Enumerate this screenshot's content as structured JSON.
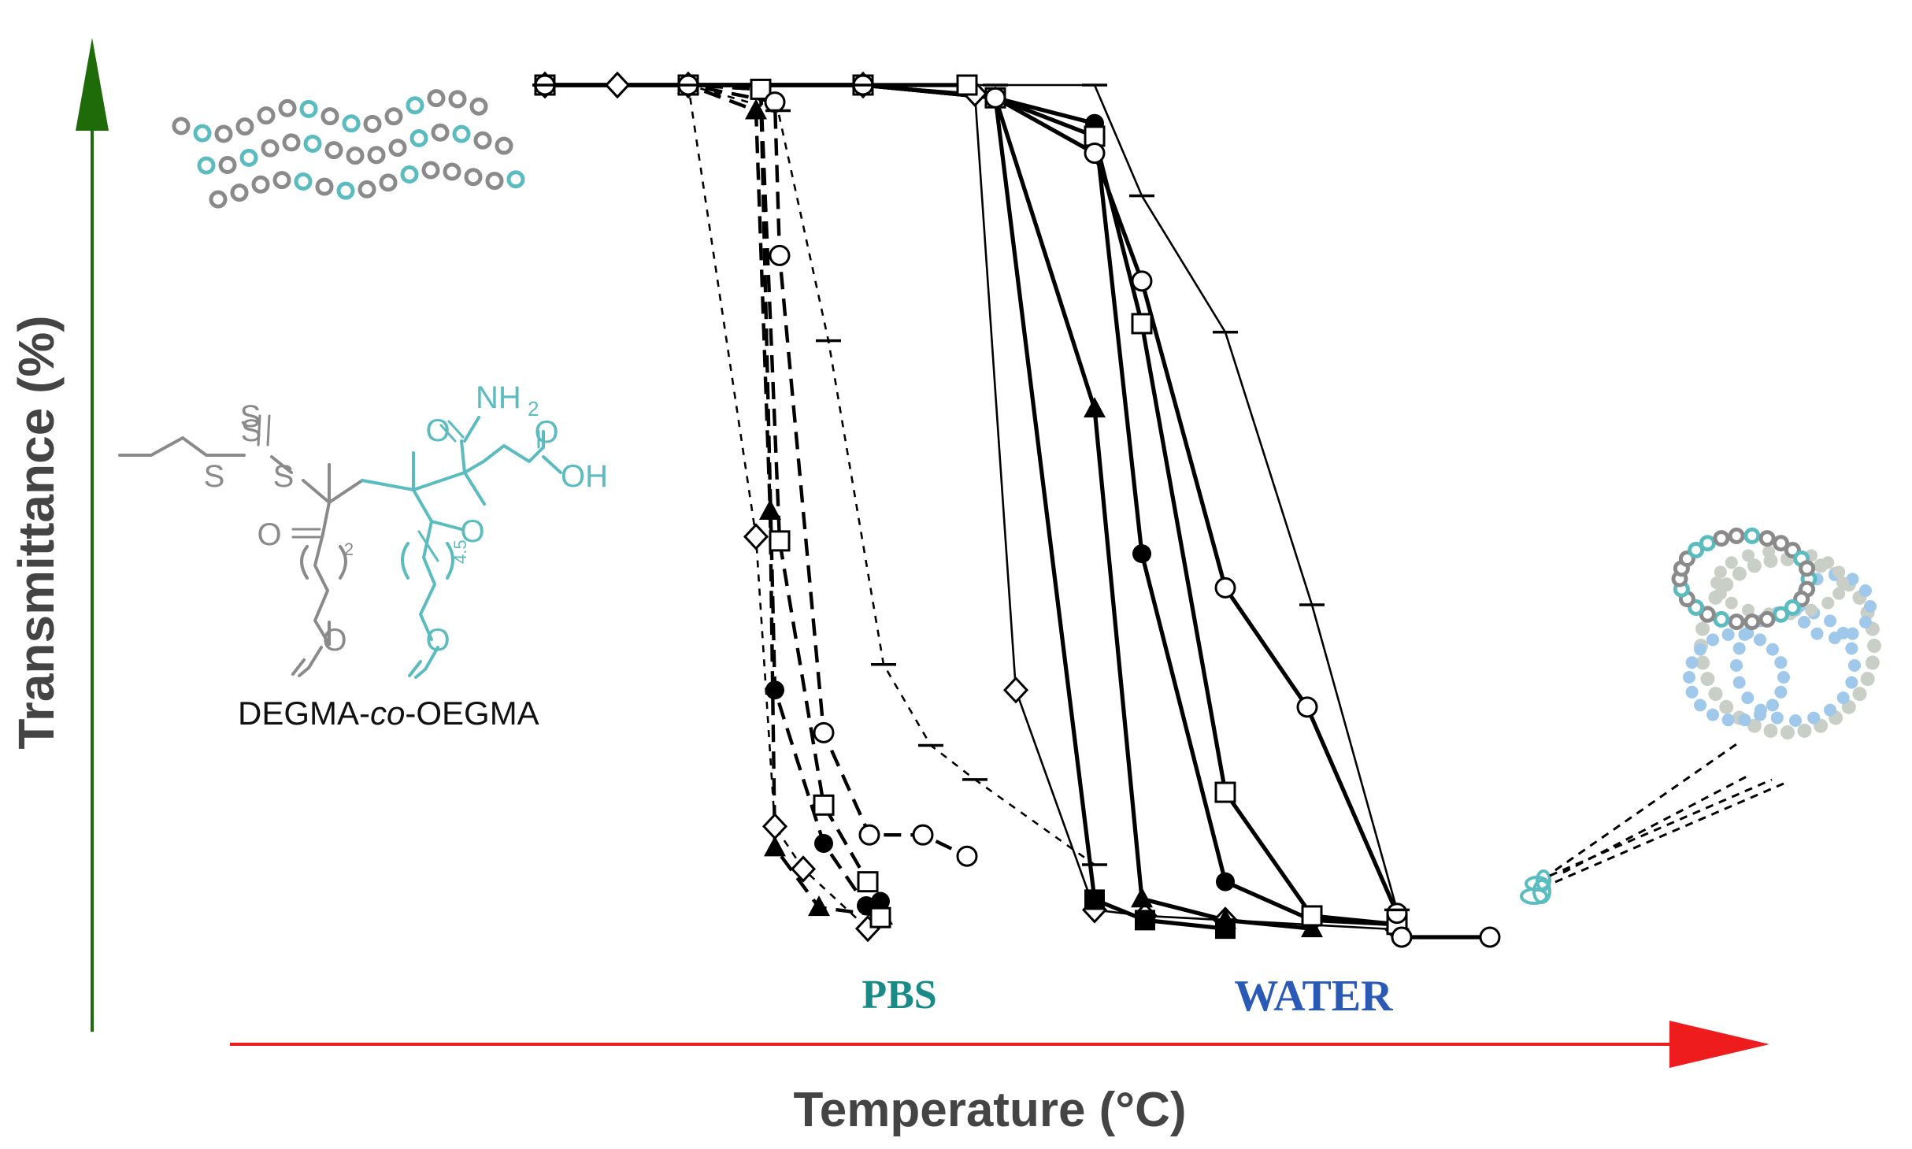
{
  "colors": {
    "y_arrow": "#1f6b0a",
    "x_arrow": "#ee1c1c",
    "axis_title": "#444444",
    "pbs_label": "#1a8a86",
    "water_label": "#2a5ab5",
    "teal_chain": "#5bbcbf",
    "grey_chain": "#8a8a8a",
    "light_blue_bead": "#9fc8ea",
    "light_grey_bead": "#c9cfc6"
  },
  "chart_data": {
    "type": "line",
    "xlabel": "Temperature (°C)",
    "ylabel": "Transmittance (%)",
    "x_ticks": [],
    "y_ticks": [],
    "xlim": [
      0,
      100
    ],
    "ylim": [
      0,
      100
    ],
    "grid": false,
    "legend": "none",
    "annotations": {
      "pbs_label": "PBS",
      "water_label": "WATER",
      "molecule_label_prefix": "DEGMA-",
      "molecule_label_italic": "co",
      "molecule_label_suffix": "-OEGMA",
      "nh2": "NH",
      "nh2_sub": "2",
      "oh": "OH",
      "o": "O",
      "s": "S",
      "index_2": "2",
      "index_45": "4.5"
    },
    "series": [
      {
        "group": "PBS",
        "marker": "diamond-open",
        "line": "short-dash",
        "points": [
          [
            0,
            100
          ],
          [
            4.6,
            100
          ],
          [
            9.1,
            100
          ],
          [
            13.4,
            47
          ],
          [
            14.6,
            13
          ],
          [
            16.4,
            8
          ],
          [
            20.5,
            1
          ]
        ]
      },
      {
        "group": "PBS",
        "marker": "triangle-filled",
        "line": "long-dash",
        "points": [
          [
            0,
            100
          ],
          [
            9.1,
            100
          ],
          [
            13.4,
            97
          ],
          [
            14.3,
            50
          ],
          [
            14.6,
            10.5
          ],
          [
            17.4,
            3.5
          ],
          [
            21.4,
            2.5
          ]
        ]
      },
      {
        "group": "PBS",
        "marker": "circle-filled",
        "line": "long-dash",
        "points": [
          [
            0,
            100
          ],
          [
            9.1,
            100
          ],
          [
            13.7,
            99.5
          ],
          [
            14.6,
            29
          ],
          [
            17.7,
            11
          ],
          [
            20.4,
            3.7
          ],
          [
            21.3,
            4.2
          ]
        ]
      },
      {
        "group": "PBS",
        "marker": "square-open",
        "line": "long-dash",
        "points": [
          [
            0,
            100
          ],
          [
            9.1,
            100
          ],
          [
            13.7,
            99.5
          ],
          [
            14.9,
            46.5
          ],
          [
            17.7,
            15.5
          ],
          [
            20.5,
            6.5
          ],
          [
            21.3,
            2.3
          ]
        ]
      },
      {
        "group": "PBS",
        "marker": "circle-open",
        "line": "long-dash",
        "points": [
          [
            0,
            100
          ],
          [
            9.1,
            100
          ],
          [
            14.6,
            98
          ],
          [
            14.9,
            80
          ],
          [
            17.7,
            24
          ],
          [
            20.6,
            12
          ],
          [
            24.0,
            12
          ],
          [
            26.8,
            9.5
          ]
        ]
      },
      {
        "group": "PBS",
        "marker": "dash",
        "line": "short-dash",
        "points": [
          [
            0,
            100
          ],
          [
            9.1,
            100
          ],
          [
            14.8,
            97
          ],
          [
            18.0,
            70
          ],
          [
            21.5,
            32
          ],
          [
            24.5,
            22.5
          ],
          [
            27.3,
            18.5
          ],
          [
            34.9,
            8.5
          ]
        ]
      },
      {
        "group": "WATER",
        "marker": "diamond-open",
        "line": "thin-solid",
        "points": [
          [
            0,
            100
          ],
          [
            4.6,
            100
          ],
          [
            9.1,
            100
          ],
          [
            20.2,
            100
          ],
          [
            27.3,
            99
          ],
          [
            29.9,
            29
          ],
          [
            34.9,
            3.2
          ],
          [
            38.1,
            2.5
          ],
          [
            43.2,
            2
          ],
          [
            54.1,
            0.9
          ]
        ]
      },
      {
        "group": "WATER",
        "marker": "square-filled",
        "line": "thick-solid",
        "points": [
          [
            0,
            100
          ],
          [
            9.1,
            100
          ],
          [
            20.2,
            100
          ],
          [
            28.6,
            98.5
          ],
          [
            34.9,
            4.4
          ],
          [
            38.1,
            2
          ],
          [
            43.2,
            1
          ]
        ]
      },
      {
        "group": "WATER",
        "marker": "triangle-filled",
        "line": "thick-solid",
        "points": [
          [
            0,
            100
          ],
          [
            9.1,
            100
          ],
          [
            20.2,
            100
          ],
          [
            28.6,
            98.5
          ],
          [
            34.9,
            62
          ],
          [
            37.9,
            4.5
          ],
          [
            43.2,
            2
          ],
          [
            48.7,
            1
          ]
        ]
      },
      {
        "group": "WATER",
        "marker": "circle-filled",
        "line": "thick-solid",
        "points": [
          [
            0,
            100
          ],
          [
            9.1,
            100
          ],
          [
            20.2,
            100
          ],
          [
            28.6,
            98.5
          ],
          [
            34.9,
            95.5
          ],
          [
            37.9,
            45
          ],
          [
            43.2,
            6.5
          ],
          [
            48.7,
            2
          ],
          [
            54.1,
            1.5
          ]
        ]
      },
      {
        "group": "WATER",
        "marker": "square-open",
        "line": "thick-solid",
        "points": [
          [
            0,
            100
          ],
          [
            9.1,
            100
          ],
          [
            20.2,
            100
          ],
          [
            26.8,
            100
          ],
          [
            28.6,
            98.5
          ],
          [
            34.9,
            94
          ],
          [
            37.9,
            72
          ],
          [
            43.2,
            17
          ],
          [
            48.7,
            2.5
          ],
          [
            54.1,
            1.5
          ]
        ]
      },
      {
        "group": "WATER",
        "marker": "circle-open",
        "line": "thick-solid",
        "points": [
          [
            0,
            100
          ],
          [
            9.1,
            100
          ],
          [
            20.2,
            100
          ],
          [
            28.6,
            98.5
          ],
          [
            34.9,
            92
          ],
          [
            37.9,
            77
          ],
          [
            43.2,
            41
          ],
          [
            48.4,
            27
          ],
          [
            54.1,
            2.8
          ],
          [
            54.4,
            0
          ],
          [
            60.0,
            0
          ]
        ]
      },
      {
        "group": "WATER",
        "marker": "dash",
        "line": "thin-solid",
        "points": [
          [
            0,
            100
          ],
          [
            9.1,
            100
          ],
          [
            20.2,
            100
          ],
          [
            28.6,
            100
          ],
          [
            34.9,
            100
          ],
          [
            37.9,
            87
          ],
          [
            43.2,
            71
          ],
          [
            48.7,
            39
          ],
          [
            54.1,
            3.2
          ]
        ]
      }
    ]
  }
}
